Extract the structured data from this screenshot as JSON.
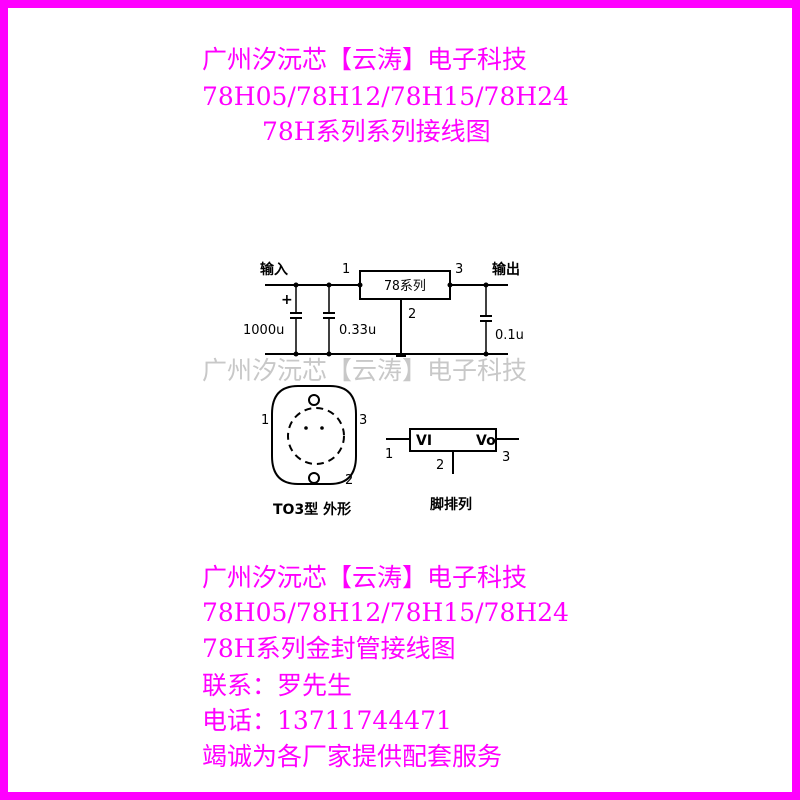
{
  "header": {
    "company": "广州汐沅芯【云涛】电子科技",
    "models": "78H05/78H12/78H15/78H24",
    "subtitle": "78H系列系列接线图"
  },
  "watermark": "广州汐沅芯【云涛】电子科技",
  "circuit": {
    "input_label": "输入",
    "output_label": "输出",
    "regulator_label": "78系列",
    "pin1": "1",
    "pin2": "2",
    "pin3": "3",
    "plus": "+",
    "cap1": "1000u",
    "cap2": "0.33u",
    "cap3": "0.1u"
  },
  "package": {
    "pin1": "1",
    "pin2": "2",
    "pin3": "3",
    "caption": "TO3型 外形"
  },
  "pinout": {
    "vi": "VI",
    "vo": "Vo",
    "pin1": "1",
    "pin2": "2",
    "pin3": "3",
    "caption": "脚排列"
  },
  "footer": {
    "company": "广州汐沅芯【云涛】电子科技",
    "models": "78H05/78H12/78H15/78H24",
    "title": "78H系列金封管接线图",
    "contact": "联系：罗先生",
    "phone": "电话：13711744471",
    "slogan": "竭诚为各厂家提供配套服务"
  },
  "colors": {
    "border": "#ff00ff",
    "text": "#ff00ff",
    "watermark": "#c8c8c8"
  }
}
